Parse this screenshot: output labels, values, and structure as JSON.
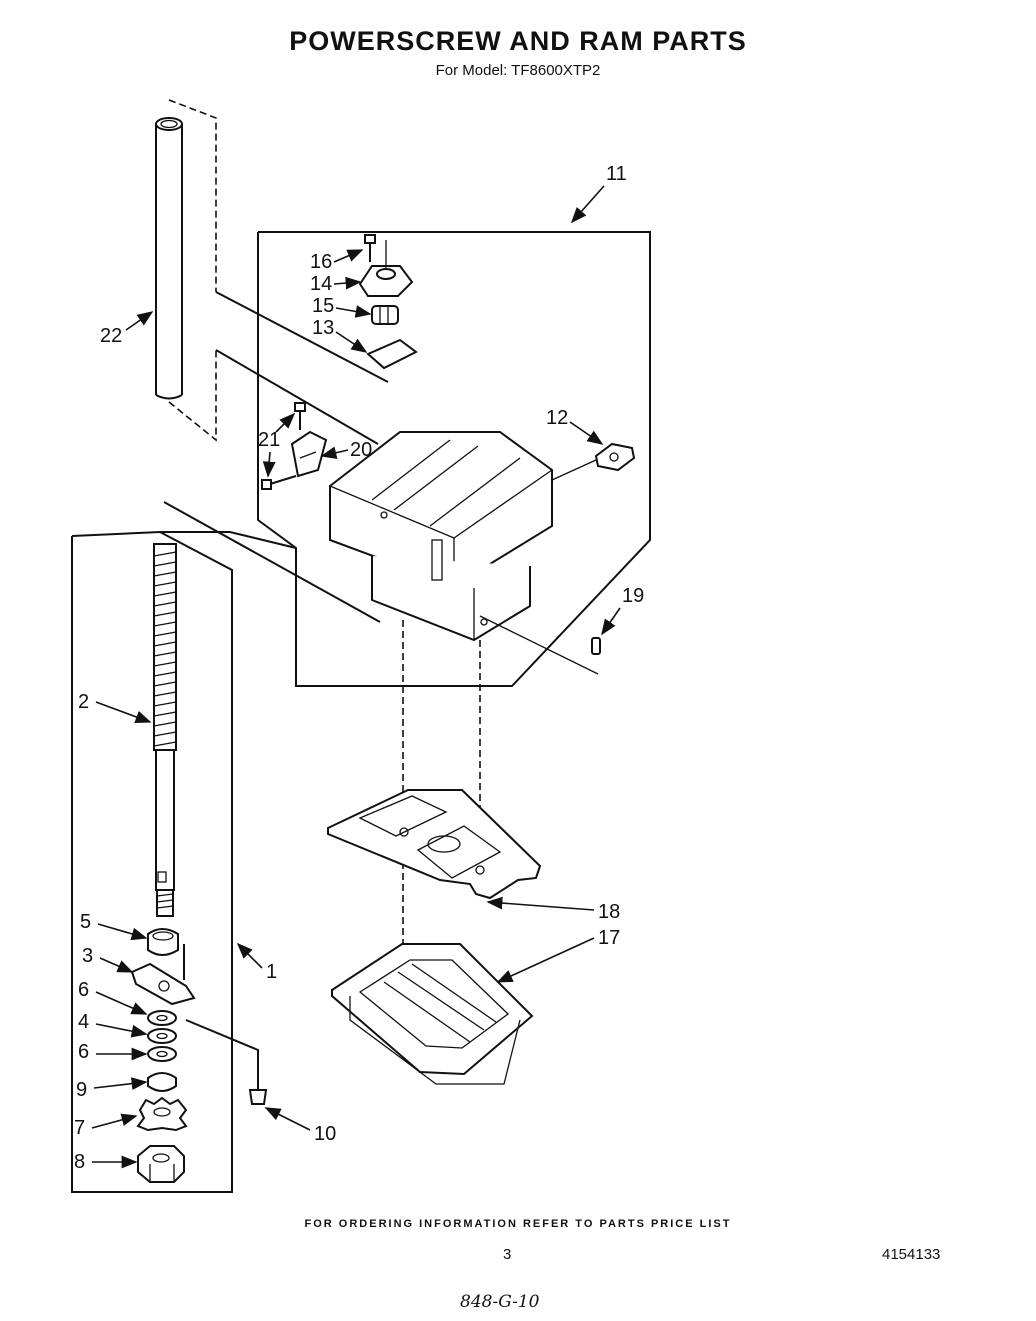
{
  "header": {
    "title": "POWERSCREW AND RAM PARTS",
    "subtitle": "For Model: TF8600XTP2"
  },
  "callouts": [
    "1",
    "2",
    "3",
    "4",
    "5",
    "6",
    "6",
    "7",
    "8",
    "9",
    "10",
    "11",
    "12",
    "13",
    "14",
    "15",
    "16",
    "17",
    "18",
    "19",
    "20",
    "21",
    "22"
  ],
  "footer": {
    "ordering_note": "FOR ORDERING INFORMATION REFER TO PARTS PRICE LIST",
    "page_number": "3",
    "document_number": "4154133",
    "handwritten_code": "848-G-10"
  }
}
